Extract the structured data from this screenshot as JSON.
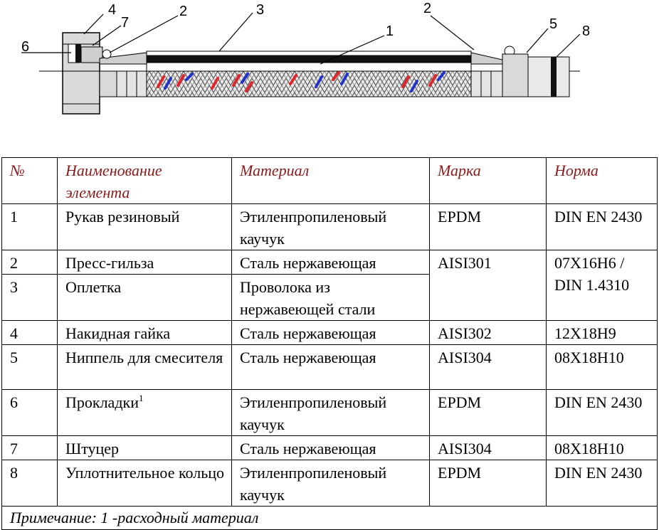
{
  "diagram": {
    "callouts": [
      "1",
      "2",
      "2",
      "3",
      "4",
      "5",
      "6",
      "7",
      "8"
    ]
  },
  "table": {
    "headers": {
      "num": "№",
      "name": "Наименование элемента",
      "material": "Материал",
      "grade": "Марка",
      "norm": "Норма"
    },
    "rows": [
      {
        "num": "1",
        "name": "Рукав резиновый",
        "material": "Этиленпропиленовый каучук",
        "grade": "EPDM",
        "norm": "DIN EN 2430"
      },
      {
        "num": "2",
        "name": "Пресс-гильза",
        "material": "Сталь нержавеющая",
        "grade": "AISI301",
        "norm": "07Х16Н6 / DIN 1.4310"
      },
      {
        "num": "3",
        "name": "Оплетка",
        "material": "Проволока из нержавеющей стали"
      },
      {
        "num": "4",
        "name": "Накидная гайка",
        "material": "Сталь нержавеющая",
        "grade": "AISI302",
        "norm": "12Х18Н9"
      },
      {
        "num": "5",
        "name": "Ниппель для смесителя",
        "material": "Сталь нержавеющая",
        "grade": "AISI304",
        "norm": "08Х18Н10"
      },
      {
        "num": "6",
        "name": "Прокладки",
        "footnote": "1",
        "material": "Этиленпропиленовый каучук",
        "grade": "EPDM",
        "norm": "DIN EN 2430"
      },
      {
        "num": "7",
        "name": "Штуцер",
        "material": "Сталь нержавеющая",
        "grade": "AISI304",
        "norm": "08Х18Н10"
      },
      {
        "num": "8",
        "name": "Уплотнительное кольцо",
        "material": "Этиленпропиленовый каучук",
        "grade": "EPDM",
        "norm": "DIN EN 2430"
      }
    ],
    "note": "Примечание: 1 -расходный материал"
  },
  "colors": {
    "header_text": "#8b1a1a",
    "braid_red": "#e0262d",
    "braid_blue": "#2233cc",
    "metal": "#d9d9d9",
    "hose_core": "#111111"
  }
}
